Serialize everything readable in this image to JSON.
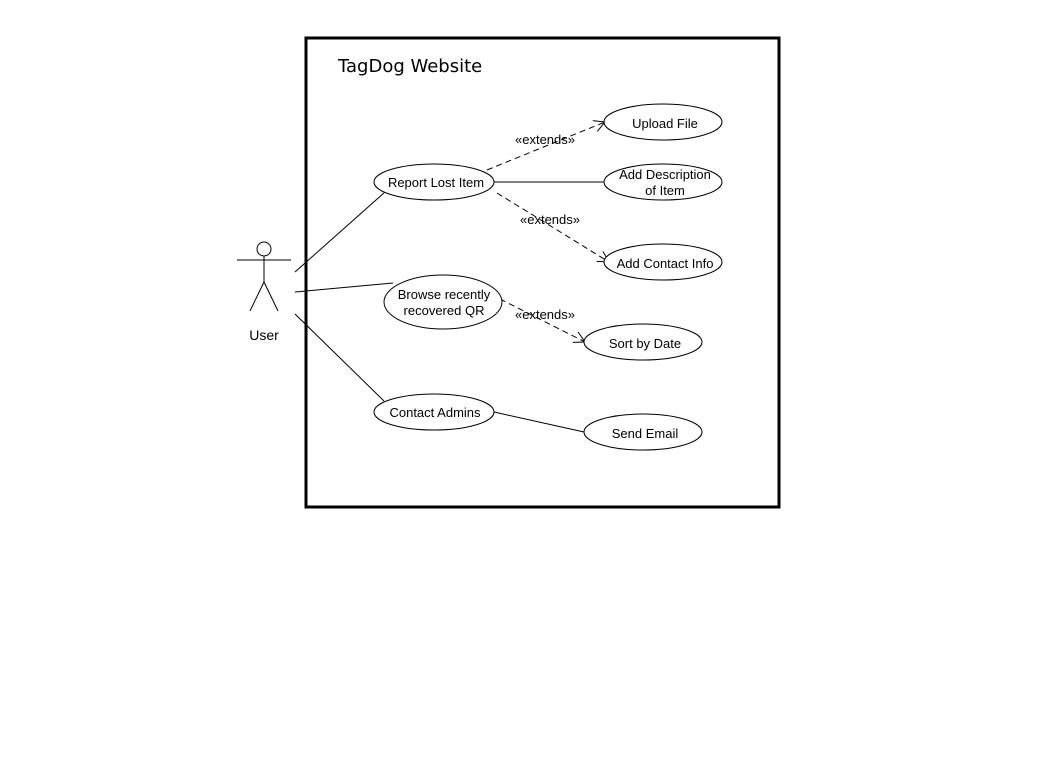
{
  "system": {
    "title": "TagDog Website"
  },
  "actor": {
    "label": "User"
  },
  "use_cases": {
    "report_lost_item": {
      "line1": "Report Lost Item"
    },
    "browse_recovered": {
      "line1": "Browse recently",
      "line2": "recovered QR"
    },
    "contact_admins": {
      "line1": "Contact Admins"
    },
    "upload_file": {
      "line1": "Upload File"
    },
    "add_description": {
      "line1": "Add Description",
      "line2": "of Item"
    },
    "add_contact_info": {
      "line1": "Add Contact Info"
    },
    "sort_by_date": {
      "line1": "Sort by Date"
    },
    "send_email": {
      "line1": "Send Email"
    }
  },
  "relations": {
    "extends_upload": "«extends»",
    "extends_contact": "«extends»",
    "extends_sort": "«extends»"
  }
}
